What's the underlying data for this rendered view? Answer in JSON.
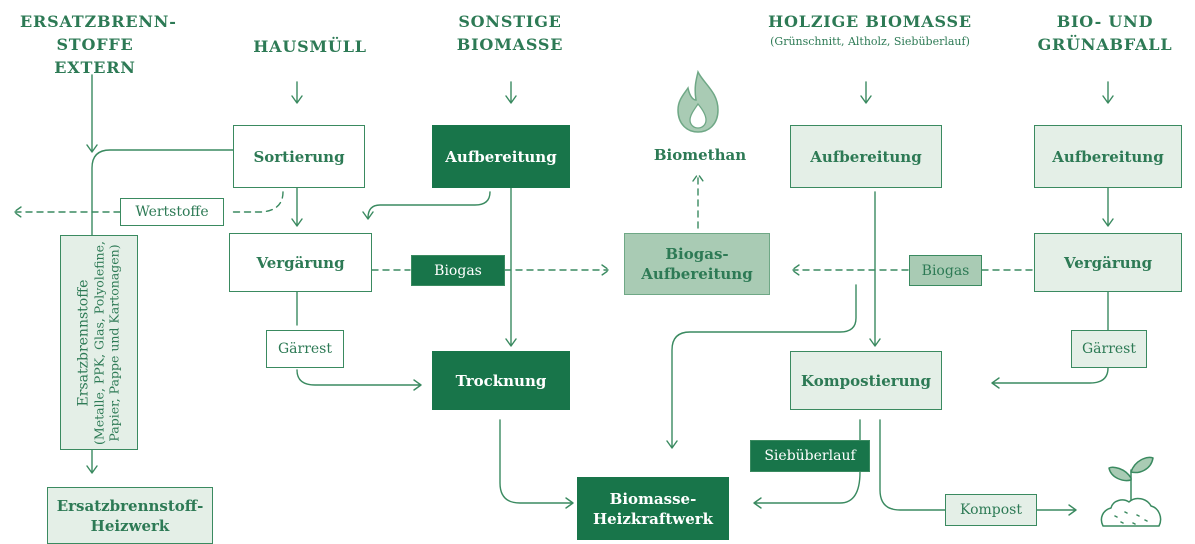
{
  "headers": {
    "ersatz": "ERSATZBRENN-\nSTOFFE EXTERN",
    "hausmuell": "HAUSMÜLL",
    "sonstige": "SONSTIGE\nBIOMASSE",
    "holzige": "HOLZIGE BIOMASSE",
    "holzige_sub": "(Grünschnitt, Altholz, Siebüberlauf)",
    "bio": "BIO- UND\nGRÜNABFALL"
  },
  "boxes": {
    "sortierung": "Sortierung",
    "vergaerung_left": "Vergärung",
    "aufbereitung_sonstige": "Aufbereitung",
    "trocknung": "Trocknung",
    "biomethan": "Biomethan",
    "biogas_aufbereitung": "Biogas-\nAufbereitung",
    "aufbereitung_holz": "Aufbereitung",
    "kompostierung": "Kompostierung",
    "aufbereitung_bio": "Aufbereitung",
    "vergaerung_right": "Vergärung",
    "biomasse_hkw": "Biomasse-\nHeizkraftwerk",
    "ersatz_heizwerk": "Ersatzbrennstoff-\nHeizwerk"
  },
  "tags": {
    "wertstoffe": "Wertstoffe",
    "biogas_left": "Biogas",
    "gaerrest_left": "Gärrest",
    "biogas_right": "Biogas",
    "gaerrest_right": "Gärrest",
    "siebueberlauf": "Siebüberlauf",
    "kompost": "Kompost"
  },
  "ersatzbrennstoffe": {
    "title": "Ersatzbrennstoffe",
    "detail": "(Metalle, PPK, Glas, Polyolefine, Papier, Pappe und Kartonagen)"
  },
  "icons": {
    "flame": "flame-icon",
    "plant": "plant-icon"
  },
  "colors": {
    "dark_green": "#18754a",
    "text_green": "#2d7a55",
    "light_fill": "#e4efe7",
    "mid_fill": "#a9cbb4"
  }
}
